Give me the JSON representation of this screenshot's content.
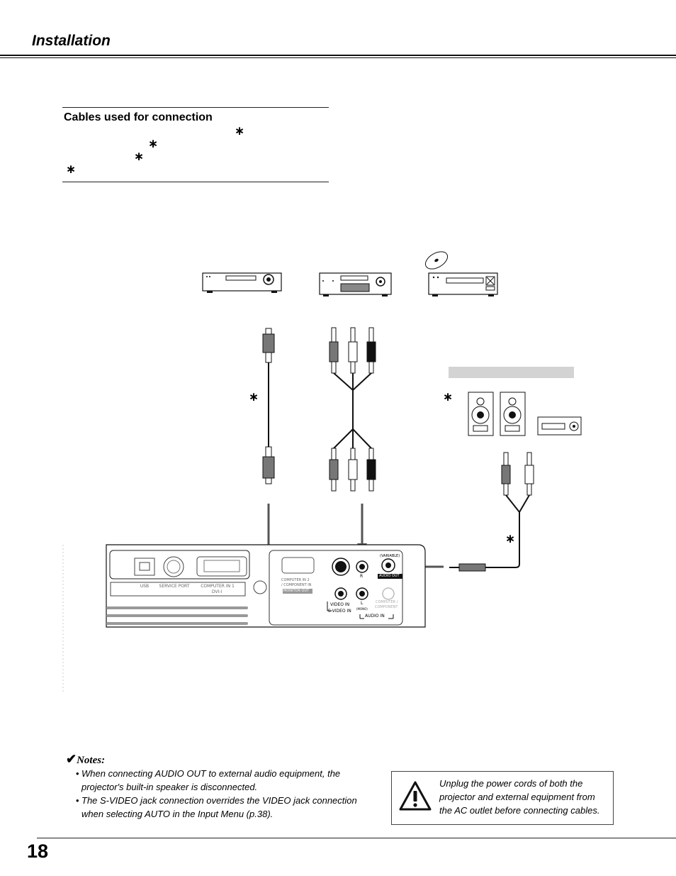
{
  "header": {
    "section_title": "Installation"
  },
  "cables_box": {
    "title": "Cables used for connection",
    "star": "∗"
  },
  "stars": {
    "symbol": "∗"
  },
  "panel": {
    "usb": "USB",
    "service_port": "SERVICE PORT",
    "computer_in1": "COMPUTER IN 1",
    "dvi": "DVI-I",
    "computer_in2": "COMPUTER IN 2",
    "component_in": "/ COMPONENT IN",
    "monitor_out": "MONITOR OUT",
    "variable": "(VARIABLE)",
    "audio_out": "AUDIO OUT",
    "r": "R",
    "l": "L",
    "mono": "(MONO)",
    "video_in": "VIDEO IN",
    "s_video_in": "S-VIDEO IN",
    "audio_in": "AUDIO IN",
    "computer": "COMPUTER /",
    "component": "COMPONENT"
  },
  "notes": {
    "title": "Notes:",
    "items": [
      "When connecting AUDIO OUT to external audio equipment, the projector's built-in speaker is disconnected.",
      "The S-VIDEO jack connection overrides the VIDEO jack connection when selecting AUTO in the Input Menu (p.38)."
    ]
  },
  "warning": {
    "text": "Unplug the power cords of both the projector and external equipment from the AC outlet before connecting cables."
  },
  "page_number": "18",
  "icons": [
    "warning-triangle-icon",
    "check-mark-icon",
    "disc-icon"
  ]
}
